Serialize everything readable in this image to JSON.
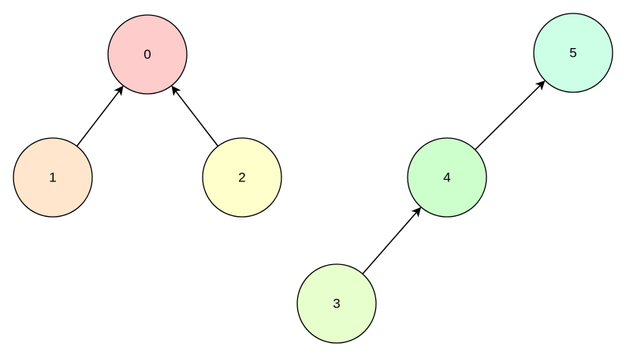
{
  "nodes": [
    {
      "id": "0",
      "label": "0",
      "color": "#FFCCCC"
    },
    {
      "id": "1",
      "label": "1",
      "color": "#FFE6CC"
    },
    {
      "id": "2",
      "label": "2",
      "color": "#FFFFCC"
    },
    {
      "id": "3",
      "label": "3",
      "color": "#E6FFCC"
    },
    {
      "id": "4",
      "label": "4",
      "color": "#CCFFCC"
    },
    {
      "id": "5",
      "label": "5",
      "color": "#CCFFE6"
    }
  ],
  "edges": [
    {
      "from": "1",
      "to": "0"
    },
    {
      "from": "2",
      "to": "0"
    },
    {
      "from": "3",
      "to": "4"
    },
    {
      "from": "4",
      "to": "5"
    }
  ],
  "colors": {
    "stroke": "#000000",
    "background": "#FFFFFF"
  }
}
